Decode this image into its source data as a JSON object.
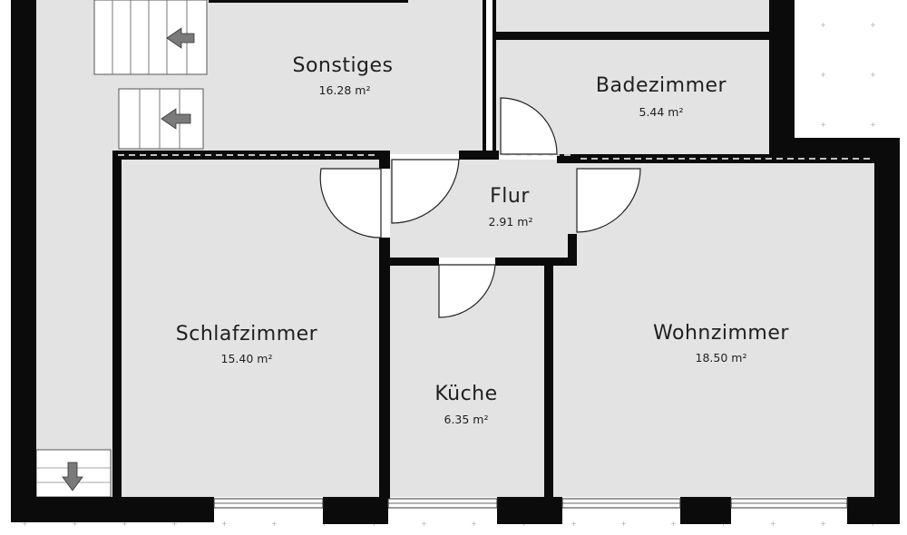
{
  "colors": {
    "wall": "#0b0b0b",
    "floor": "#e3e3e3",
    "background": "#ffffff",
    "grid_mark": "#a9bfd2",
    "stair_arrow": "#7a7a7a"
  },
  "rooms": [
    {
      "id": "sonstiges",
      "name": "Sonstiges",
      "area": "16.28 m²"
    },
    {
      "id": "badezimmer",
      "name": "Badezimmer",
      "area": "5.44 m²"
    },
    {
      "id": "flur",
      "name": "Flur",
      "area": "2.91 m²"
    },
    {
      "id": "schlafzimmer",
      "name": "Schlafzimmer",
      "area": "15.40 m²"
    },
    {
      "id": "kueche",
      "name": "Küche",
      "area": "6.35 m²"
    },
    {
      "id": "wohnzimmer",
      "name": "Wohnzimmer",
      "area": "18.50 m²"
    }
  ],
  "icons": [
    "stair-arrow-left-icon",
    "stair-arrow-left-icon",
    "stair-arrow-down-icon"
  ]
}
